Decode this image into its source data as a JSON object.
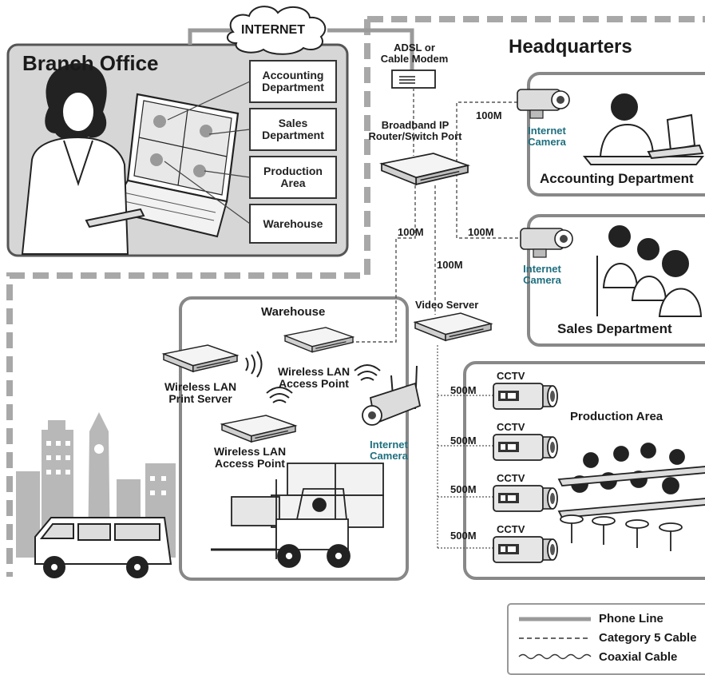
{
  "branch": {
    "title": "Branch Office",
    "internet": "INTERNET",
    "departments": [
      "Accounting\nDepartment",
      "Sales\nDepartment",
      "Production\nArea",
      "Warehouse"
    ]
  },
  "headquarters": {
    "title": "Headquarters",
    "modem": "ADSL or\nCable Modem",
    "router": "Broadband IP\nRouter/Switch Port",
    "video_server": "Video Server",
    "accounting": "Accounting Department",
    "sales": "Sales Department",
    "production": "Production Area",
    "internet_camera": "Internet\nCamera",
    "cctv": "CCTV"
  },
  "warehouse": {
    "title": "Warehouse",
    "print_server": "Wireless LAN\nPrint Server",
    "access_point": "Wireless LAN\nAccess Point",
    "internet_camera": "Internet\nCamera"
  },
  "link_speeds": {
    "m100": "100M",
    "m500": "500M"
  },
  "legend": {
    "phone": "Phone Line",
    "cat5": "Category 5 Cable",
    "coax": "Coaxial Cable"
  },
  "colors": {
    "line": "#333333",
    "zone_border": "#9a9a9a",
    "branch_bg": "#d9d9d9",
    "accent_text": "#1f6f7f",
    "city": "#b8b8b8"
  }
}
